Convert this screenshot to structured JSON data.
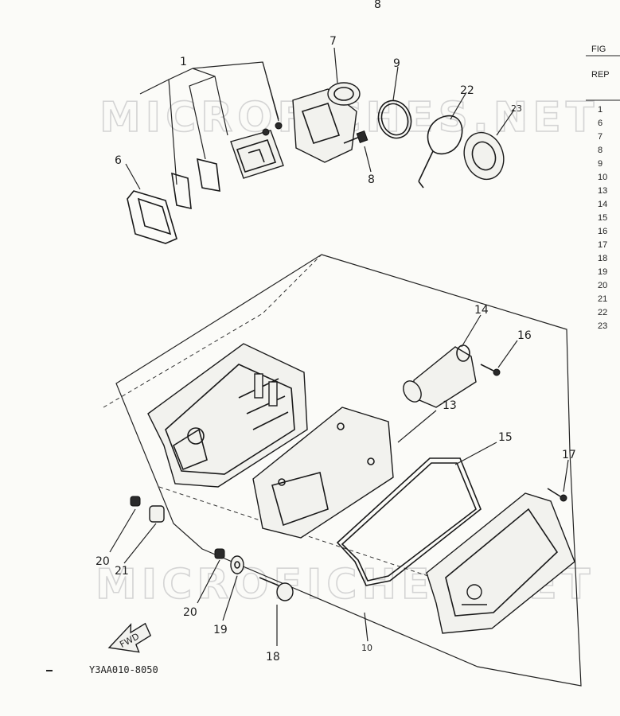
{
  "header_mark": "8",
  "side_table": {
    "fig_label": "FIG",
    "rep_label": "REP",
    "numbers": [
      "1",
      "6",
      "7",
      "8",
      "9",
      "10",
      "13",
      "14",
      "15",
      "16",
      "17",
      "18",
      "19",
      "20",
      "21",
      "22",
      "23"
    ]
  },
  "watermark": "MICROFICHES.NET",
  "callouts": {
    "c1": "1",
    "c6": "6",
    "c7": "7",
    "c8": "8",
    "c9": "9",
    "c22": "22",
    "c23": "23",
    "c14": "14",
    "c16": "16",
    "c13": "13",
    "c15": "15",
    "c17": "17",
    "c20a": "20",
    "c21": "21",
    "c20b": "20",
    "c19": "19",
    "c18": "18",
    "c10": "10"
  },
  "fwd_label": "FWD",
  "drawing_code": "Y3AA010-8050"
}
